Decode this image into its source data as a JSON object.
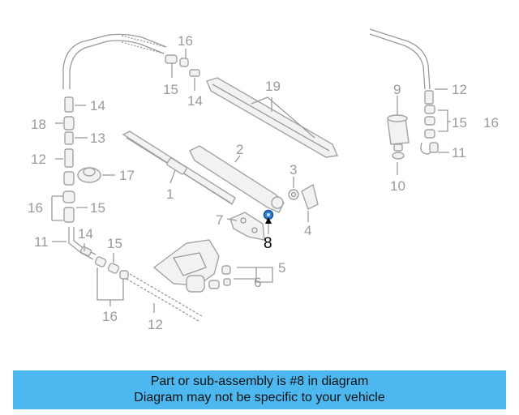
{
  "diagram": {
    "highlight_color": "#2f7fd8",
    "callouts": [
      {
        "id": "c16a",
        "label": "16"
      },
      {
        "id": "c15a",
        "label": "15"
      },
      {
        "id": "c14a",
        "label": "14"
      },
      {
        "id": "c19",
        "label": "19"
      },
      {
        "id": "c14b",
        "label": "14"
      },
      {
        "id": "c18",
        "label": "18"
      },
      {
        "id": "c13",
        "label": "13"
      },
      {
        "id": "c12a",
        "label": "12"
      },
      {
        "id": "c17",
        "label": "17"
      },
      {
        "id": "c16b",
        "label": "16"
      },
      {
        "id": "c15b",
        "label": "15"
      },
      {
        "id": "c11a",
        "label": "11"
      },
      {
        "id": "c14c",
        "label": "14"
      },
      {
        "id": "c15c",
        "label": "15"
      },
      {
        "id": "c16c",
        "label": "16"
      },
      {
        "id": "c12b",
        "label": "12"
      },
      {
        "id": "c1",
        "label": "1"
      },
      {
        "id": "c2",
        "label": "2"
      },
      {
        "id": "c3",
        "label": "3"
      },
      {
        "id": "c4",
        "label": "4"
      },
      {
        "id": "c7",
        "label": "7"
      },
      {
        "id": "c8",
        "label": "8"
      },
      {
        "id": "c5",
        "label": "5"
      },
      {
        "id": "c6",
        "label": "6"
      },
      {
        "id": "c9",
        "label": "9"
      },
      {
        "id": "c10",
        "label": "10"
      },
      {
        "id": "c12c",
        "label": "12"
      },
      {
        "id": "c15d",
        "label": "15"
      },
      {
        "id": "c16d",
        "label": "16"
      },
      {
        "id": "c11b",
        "label": "11"
      }
    ]
  },
  "banner": {
    "line1": "Part or sub-assembly is #8 in diagram",
    "line2": "Diagram may not be specific to your vehicle",
    "color": "#4db8f0"
  }
}
